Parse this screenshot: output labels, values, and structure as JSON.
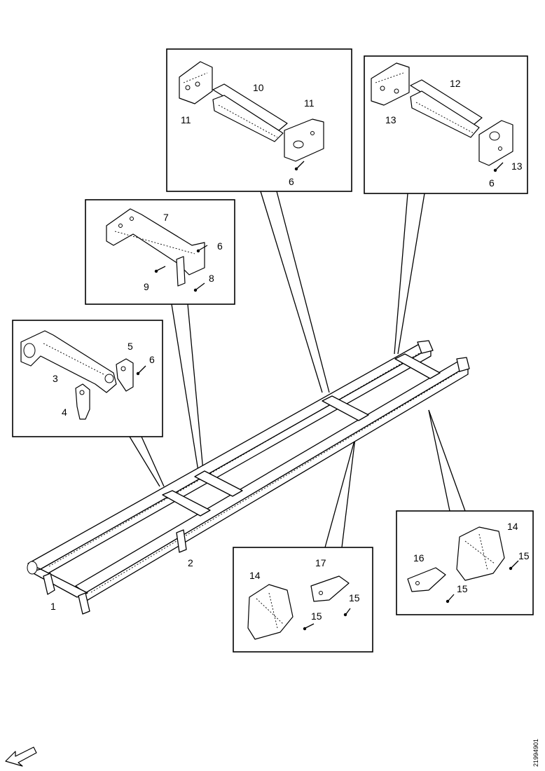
{
  "callouts": {
    "c1": "1",
    "c2": "2",
    "c3": "3",
    "c4": "4",
    "c5": "5",
    "c6_box_left": "6",
    "c6_box_mid": "6",
    "c6_box_top1": "6",
    "c6_box_top2": "6",
    "c7": "7",
    "c8": "8",
    "c9": "9",
    "c10": "10",
    "c11a": "11",
    "c11b": "11",
    "c12": "12",
    "c13a": "13",
    "c13b": "13",
    "c14a": "14",
    "c14b": "14",
    "c15a": "15",
    "c15b": "15",
    "c15c": "15",
    "c15d": "15",
    "c16": "16",
    "c17": "17"
  },
  "reference_code": "21994901",
  "direction_arrow": "arrow-icon"
}
